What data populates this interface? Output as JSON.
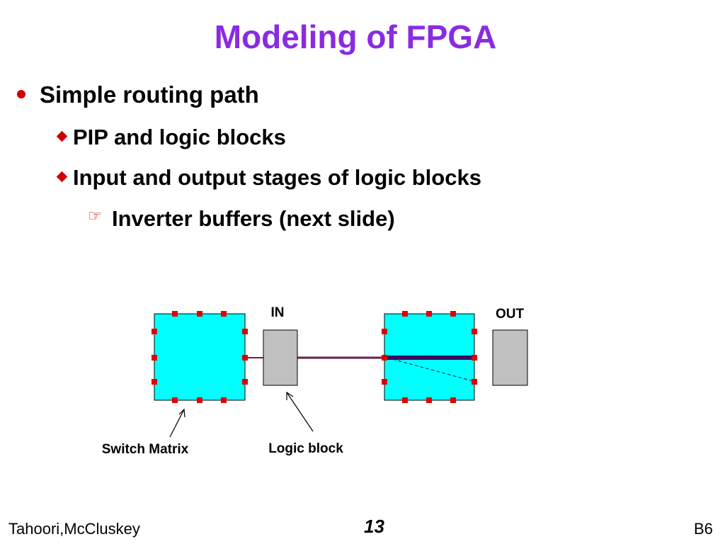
{
  "slide": {
    "title": "Modeling of FPGA",
    "title_color": "#8A2BE2",
    "bullet_color": "#D00000",
    "bullets": [
      {
        "level": 1,
        "icon": "bullet-dot-icon",
        "text": "Simple routing path"
      },
      {
        "level": 2,
        "icon": "diamond-icon",
        "text": "PIP and logic blocks"
      },
      {
        "level": 2,
        "icon": "diamond-icon",
        "text": "Input and output stages of logic blocks"
      },
      {
        "level": 3,
        "icon": "pointing-hand-icon",
        "text": "Inverter buffers (next slide)"
      }
    ]
  },
  "diagram": {
    "labels": {
      "in": "IN",
      "out": "OUT",
      "switch_matrix": "Switch Matrix",
      "logic_block": "Logic block"
    },
    "colors": {
      "switch_matrix_fill": "#00FFFF",
      "logic_block_fill": "#C0C0C0",
      "pip": "#E00000",
      "wire": "#6B1E4A",
      "active_path": "#3B0A5E"
    }
  },
  "footer": {
    "authors": "Tahoori,McCluskey",
    "page_number": "13",
    "code": "B6"
  }
}
